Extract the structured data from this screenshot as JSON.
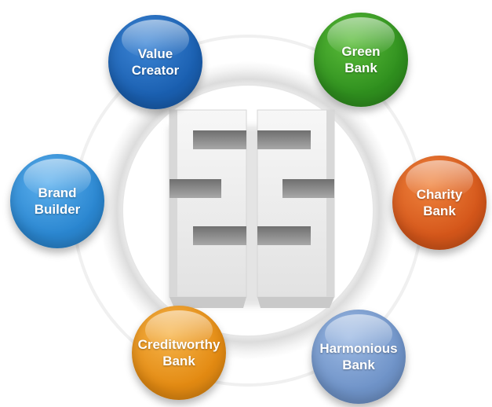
{
  "diagram": {
    "nodes": [
      {
        "id": "value-creator",
        "lines": [
          "Value",
          "Creator"
        ],
        "color": "#1a5fb0",
        "light": "#3d86d6"
      },
      {
        "id": "green-bank",
        "lines": [
          "Green",
          "Bank"
        ],
        "color": "#2f8f1e",
        "light": "#5bbd3a"
      },
      {
        "id": "brand-builder",
        "lines": [
          "Brand",
          "Builder"
        ],
        "color": "#2a86d0",
        "light": "#5cb0ee"
      },
      {
        "id": "charity-bank",
        "lines": [
          "Charity",
          "Bank"
        ],
        "color": "#d4561a",
        "light": "#f0843e"
      },
      {
        "id": "creditworthy-bank",
        "lines": [
          "Creditworthy",
          "Bank"
        ],
        "color": "#e38a12",
        "light": "#f6b44a"
      },
      {
        "id": "harmonious-bank",
        "lines": [
          "Harmonious",
          "Bank"
        ],
        "color": "#6f93c8",
        "light": "#9cb9e3"
      }
    ],
    "ring_color": "#e8e8e8",
    "logo_color": "#eeeeee",
    "logo_slot_color": "#8f8f8f"
  }
}
